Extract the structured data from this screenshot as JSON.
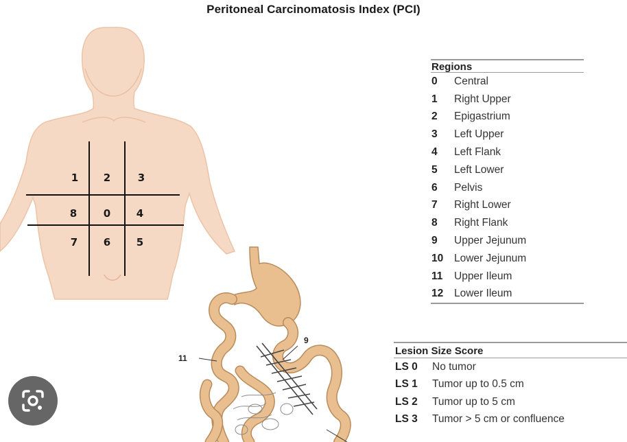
{
  "title": "Peritoneal Carcinomatosis Index (PCI)",
  "regions": {
    "header": "Regions",
    "items": [
      {
        "num": "0",
        "name": "Central"
      },
      {
        "num": "1",
        "name": "Right Upper"
      },
      {
        "num": "2",
        "name": "Epigastrium"
      },
      {
        "num": "3",
        "name": "Left Upper"
      },
      {
        "num": "4",
        "name": "Left Flank"
      },
      {
        "num": "5",
        "name": "Left Lower"
      },
      {
        "num": "6",
        "name": "Pelvis"
      },
      {
        "num": "7",
        "name": "Right Lower"
      },
      {
        "num": "8",
        "name": "Right Flank"
      },
      {
        "num": "9",
        "name": "Upper Jejunum"
      },
      {
        "num": "10",
        "name": "Lower Jejunum"
      },
      {
        "num": "11",
        "name": "Upper Ileum"
      },
      {
        "num": "12",
        "name": "Lower Ileum"
      }
    ]
  },
  "lesion": {
    "header": "Lesion Size Score",
    "items": [
      {
        "code": "LS 0",
        "desc": "No tumor"
      },
      {
        "code": "LS 1",
        "desc": "Tumor up to 0.5 cm"
      },
      {
        "code": "LS 2",
        "desc": "Tumor up to 5 cm"
      },
      {
        "code": "LS 3",
        "desc": "Tumor > 5 cm or confluence"
      }
    ]
  },
  "grid_labels": {
    "r1": "1",
    "r2": "2",
    "r3": "3",
    "r8": "8",
    "r0": "0",
    "r4": "4",
    "r7": "7",
    "r6": "6",
    "r5": "5"
  },
  "bowel_labels": {
    "l11": "11",
    "l9": "9"
  },
  "colors": {
    "skin": "#f6d9c4",
    "skin_edge": "#e8b89c",
    "bowel": "#e9bf90",
    "bowel_edge": "#b98b5c"
  },
  "icons": {
    "lens": "google-lens-icon"
  }
}
